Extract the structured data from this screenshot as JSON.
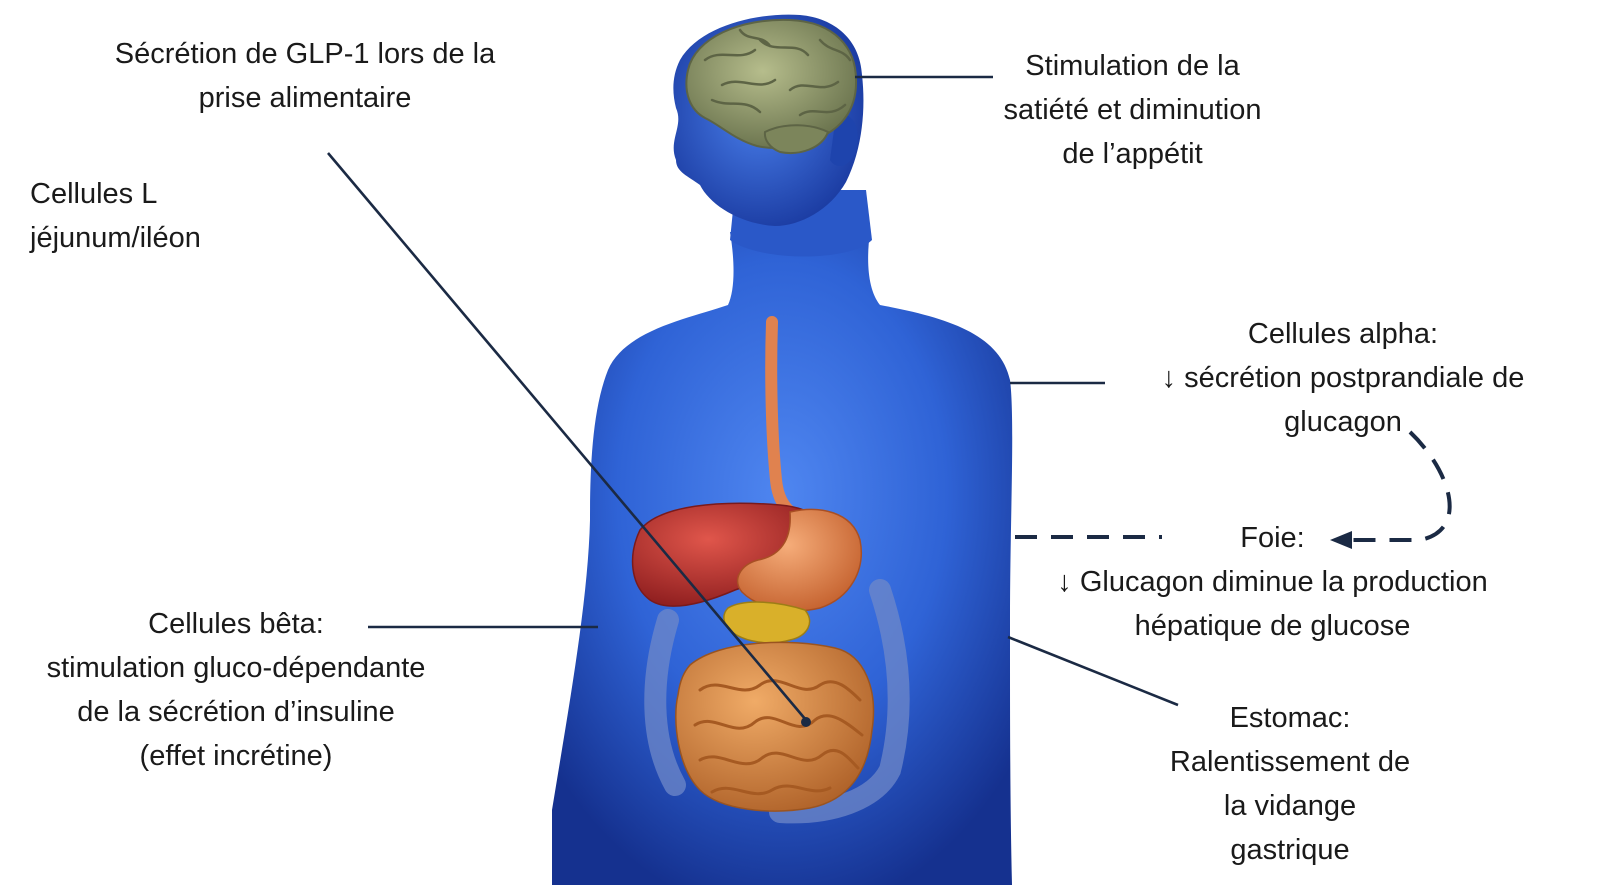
{
  "labels": {
    "glp1_secretion": [
      "Sécrétion de GLP-1 lors de la",
      "prise alimentaire"
    ],
    "l_cells": [
      "Cellules L",
      "jéjunum/iléon"
    ],
    "brain": [
      "Stimulation de la",
      "satiété et diminution",
      "de l’appétit"
    ],
    "alpha_cells": [
      "Cellules alpha:",
      "↓ sécrétion postprandiale de",
      "glucagon"
    ],
    "liver": [
      "Foie:",
      "↓ Glucagon diminue la production",
      "hépatique de glucose"
    ],
    "beta_cells": [
      "Cellules bêta:",
      "stimulation gluco-dépendante",
      "de la sécrétion d’insuline",
      "(effet incrétine)"
    ],
    "stomach": [
      "Estomac:",
      "Ralentissement de",
      "la vidange",
      "gastrique"
    ]
  },
  "colors": {
    "body": "#2f63d6",
    "body_dark": "#17359a",
    "brain": "#8f9a6a",
    "liver": "#b8302c",
    "stomach": "#e58a52",
    "pancreas": "#d9b02a",
    "intestine": "#d98b45",
    "line": "#1b2a44"
  }
}
